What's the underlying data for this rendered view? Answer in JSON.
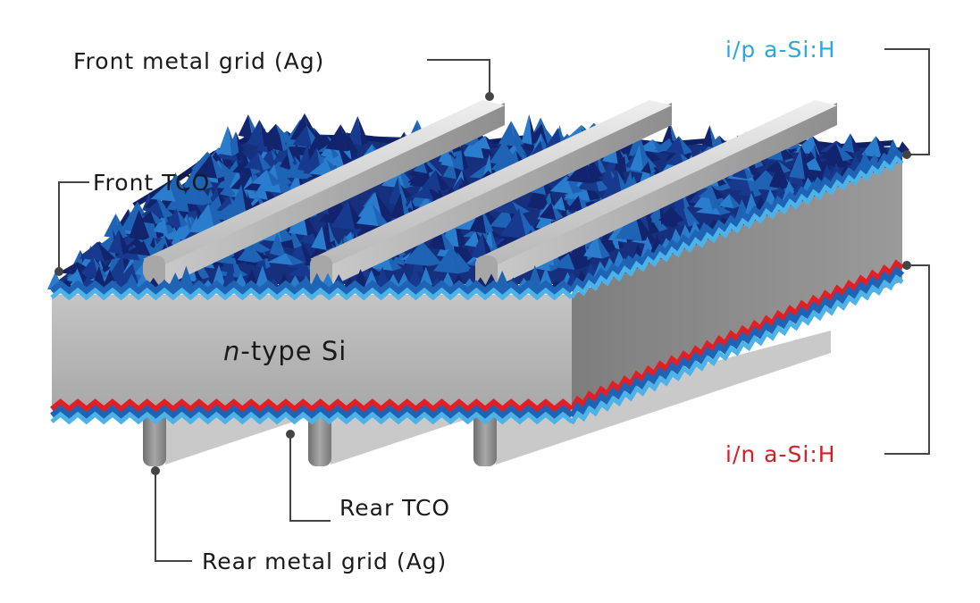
{
  "labels": {
    "front_metal_grid": "Front metal grid (Ag)",
    "front_tco": "Front TCO",
    "ip_asi": "i/p a-Si:H",
    "in_asi": "i/n a-Si:H",
    "rear_tco": "Rear TCO",
    "rear_metal_grid": "Rear metal grid (Ag)",
    "n_type_prefix": "n",
    "n_type_suffix": "-type Si"
  },
  "colors": {
    "text": "#1a1a1a",
    "ip_label": "#29a8e0",
    "in_label": "#d21f26",
    "leader": "#444444",
    "si_front": "#b9b9b9",
    "si_side": "#8c8c8c",
    "texture_dark": "#12246e",
    "texture_mid": "#1f64b4",
    "texture_light": "#4cb2e8",
    "n_layer_red": "#e31e24",
    "metal_light": "#dcdcdc",
    "metal_dark": "#9d9d9d"
  }
}
